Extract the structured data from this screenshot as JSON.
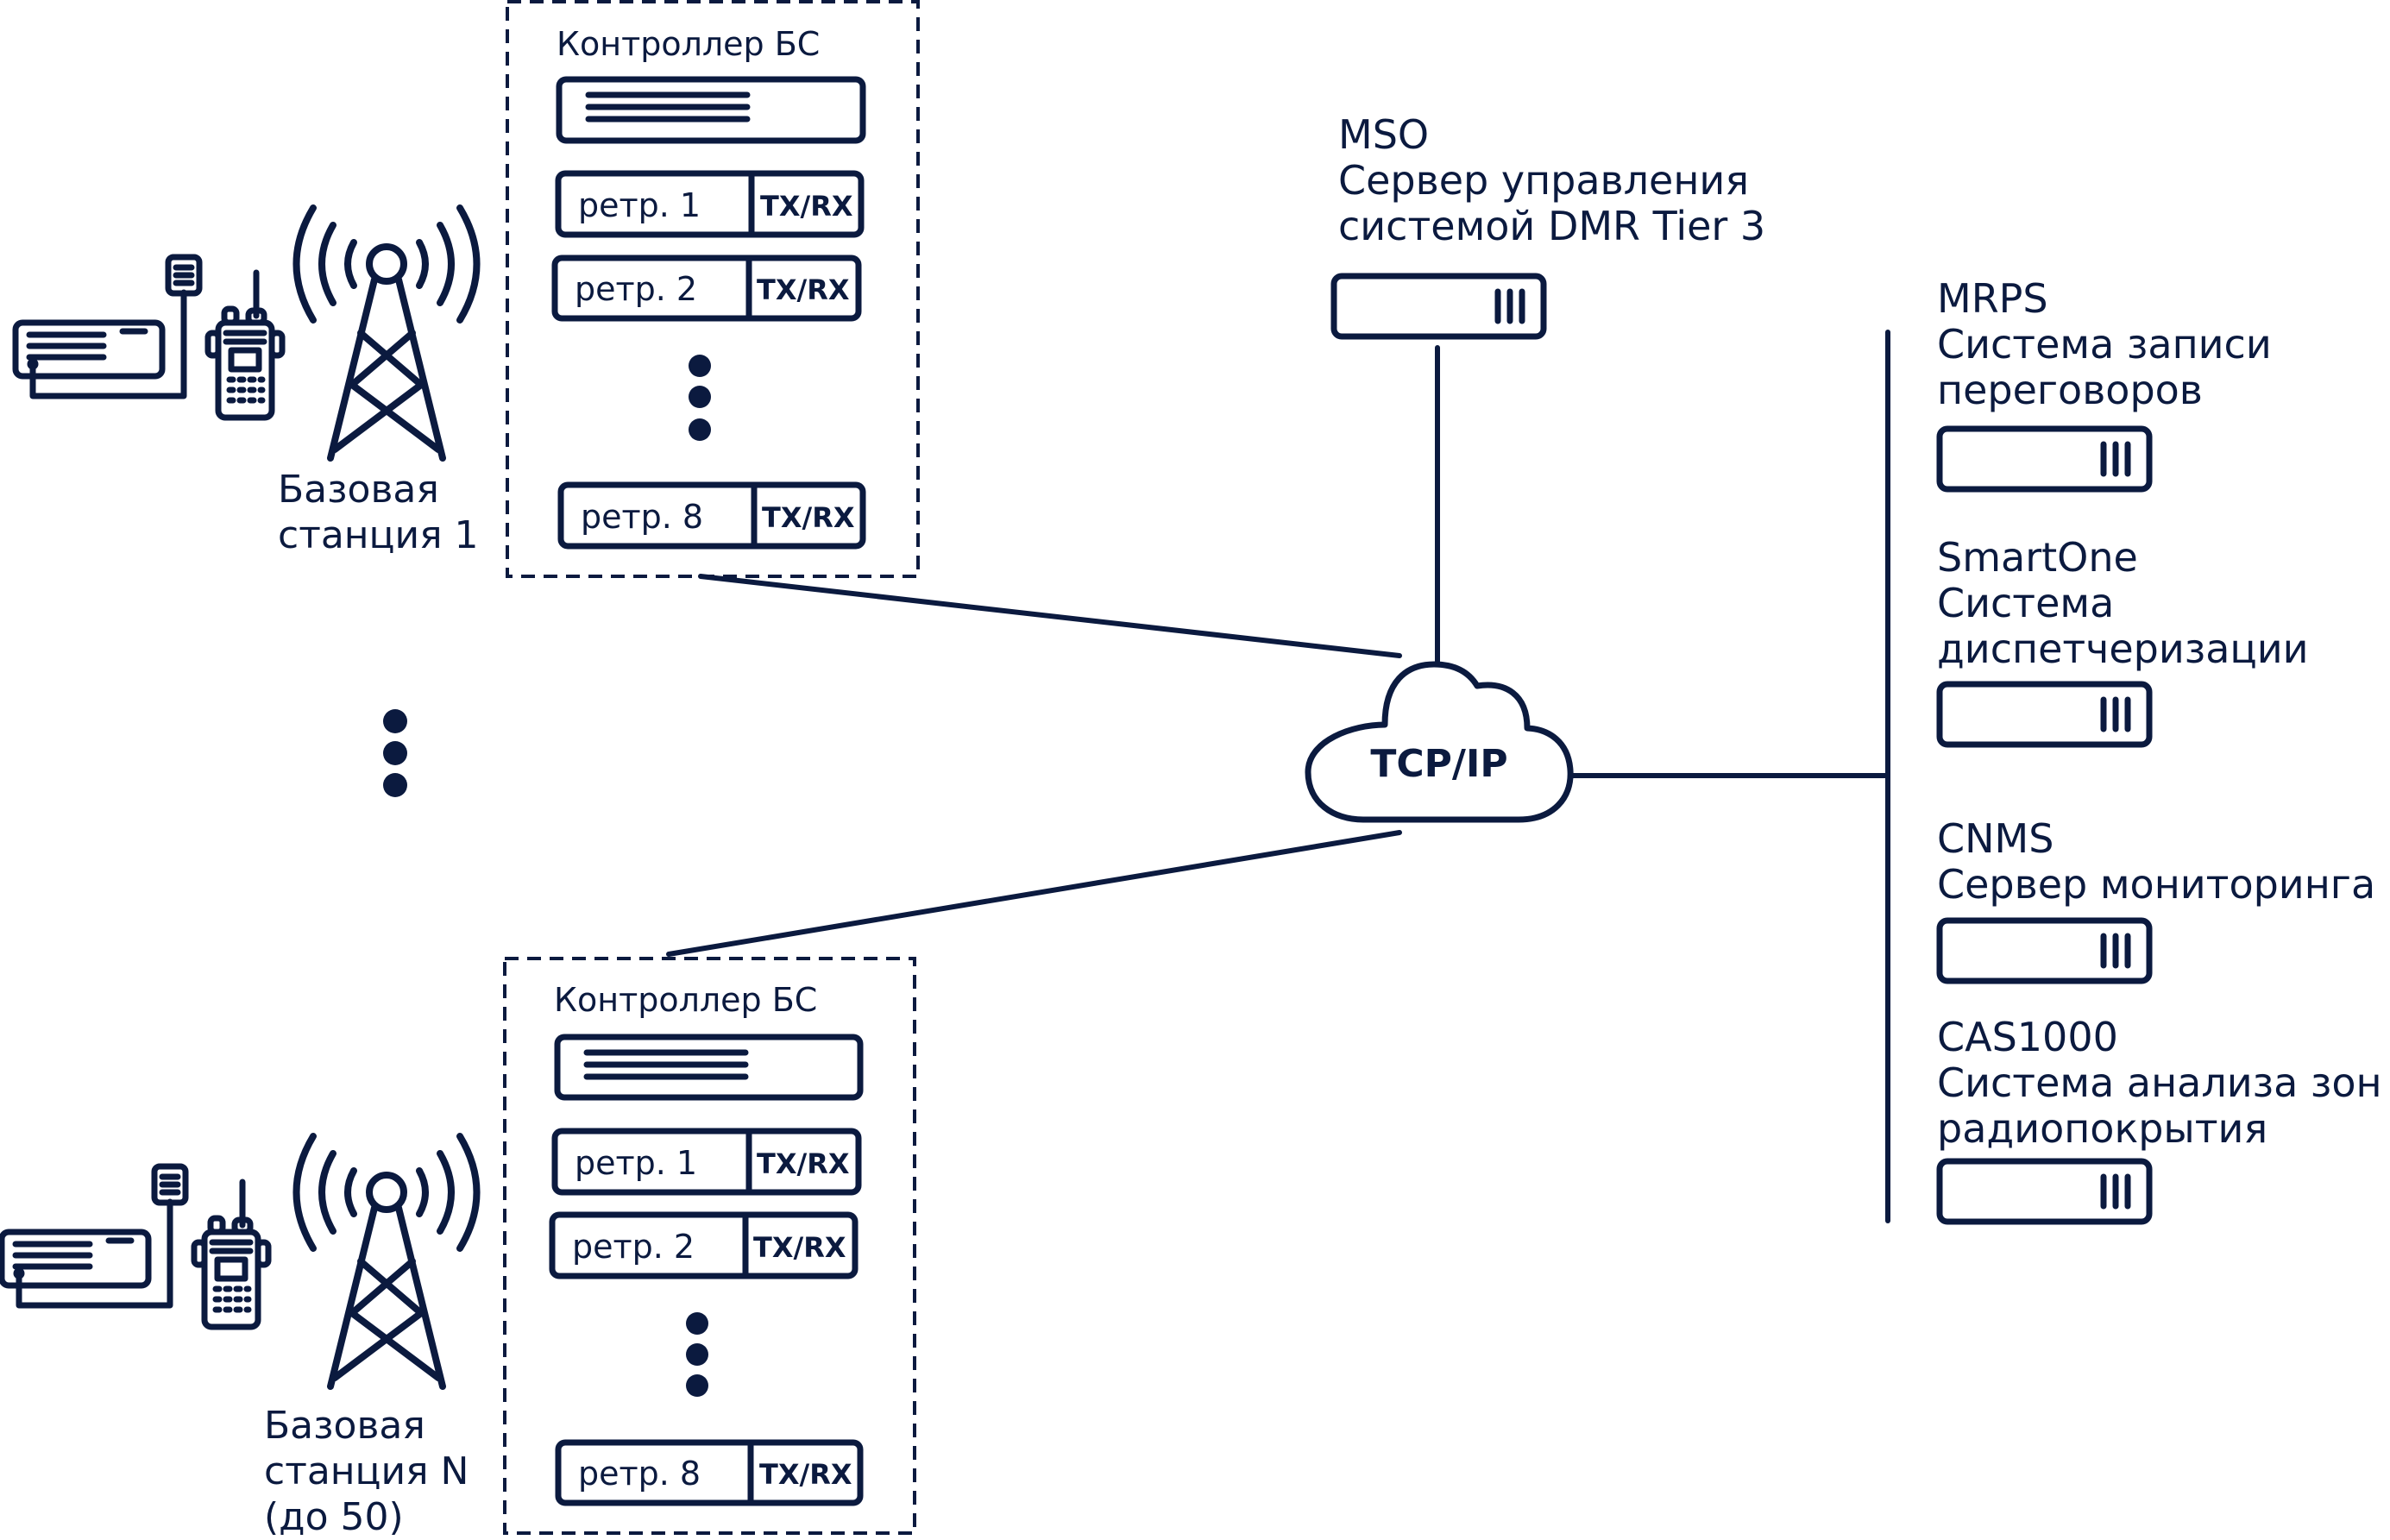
{
  "colors": {
    "ink": "#0b1a3f",
    "background": "#ffffff"
  },
  "base_stations": [
    {
      "label_line1": "Базовая",
      "label_line2": "станция 1",
      "label_line3": "",
      "controller": {
        "title": "Контроллер БС",
        "repeaters": [
          {
            "name": "ретр. 1",
            "port": "TX/RX"
          },
          {
            "name": "ретр. 2",
            "port": "TX/RX"
          },
          {
            "name": "ретр. 8",
            "port": "TX/RX"
          }
        ]
      }
    },
    {
      "label_line1": "Базовая",
      "label_line2": "станция N",
      "label_line3": "(до 50)",
      "controller": {
        "title": "Контроллер БС",
        "repeaters": [
          {
            "name": "ретр. 1",
            "port": "TX/RX"
          },
          {
            "name": "ретр. 2",
            "port": "TX/RX"
          },
          {
            "name": "ретр. 8",
            "port": "TX/RX"
          }
        ]
      }
    }
  ],
  "network": {
    "label": "TCP/IP"
  },
  "mso": {
    "title": "MSO",
    "desc_line1": "Сервер управления",
    "desc_line2": "системой DMR Tier 3"
  },
  "servers": [
    {
      "title": "MRPS",
      "desc_line1": "Система записи",
      "desc_line2": "переговоров"
    },
    {
      "title": "SmartOne",
      "desc_line1": "Система",
      "desc_line2": "диспетчеризации"
    },
    {
      "title": "CNMS",
      "desc_line1": "Сервер мониторинга",
      "desc_line2": ""
    },
    {
      "title": "CAS1000",
      "desc_line1": "Система анализа зон",
      "desc_line2": "радиопокрытия"
    }
  ]
}
